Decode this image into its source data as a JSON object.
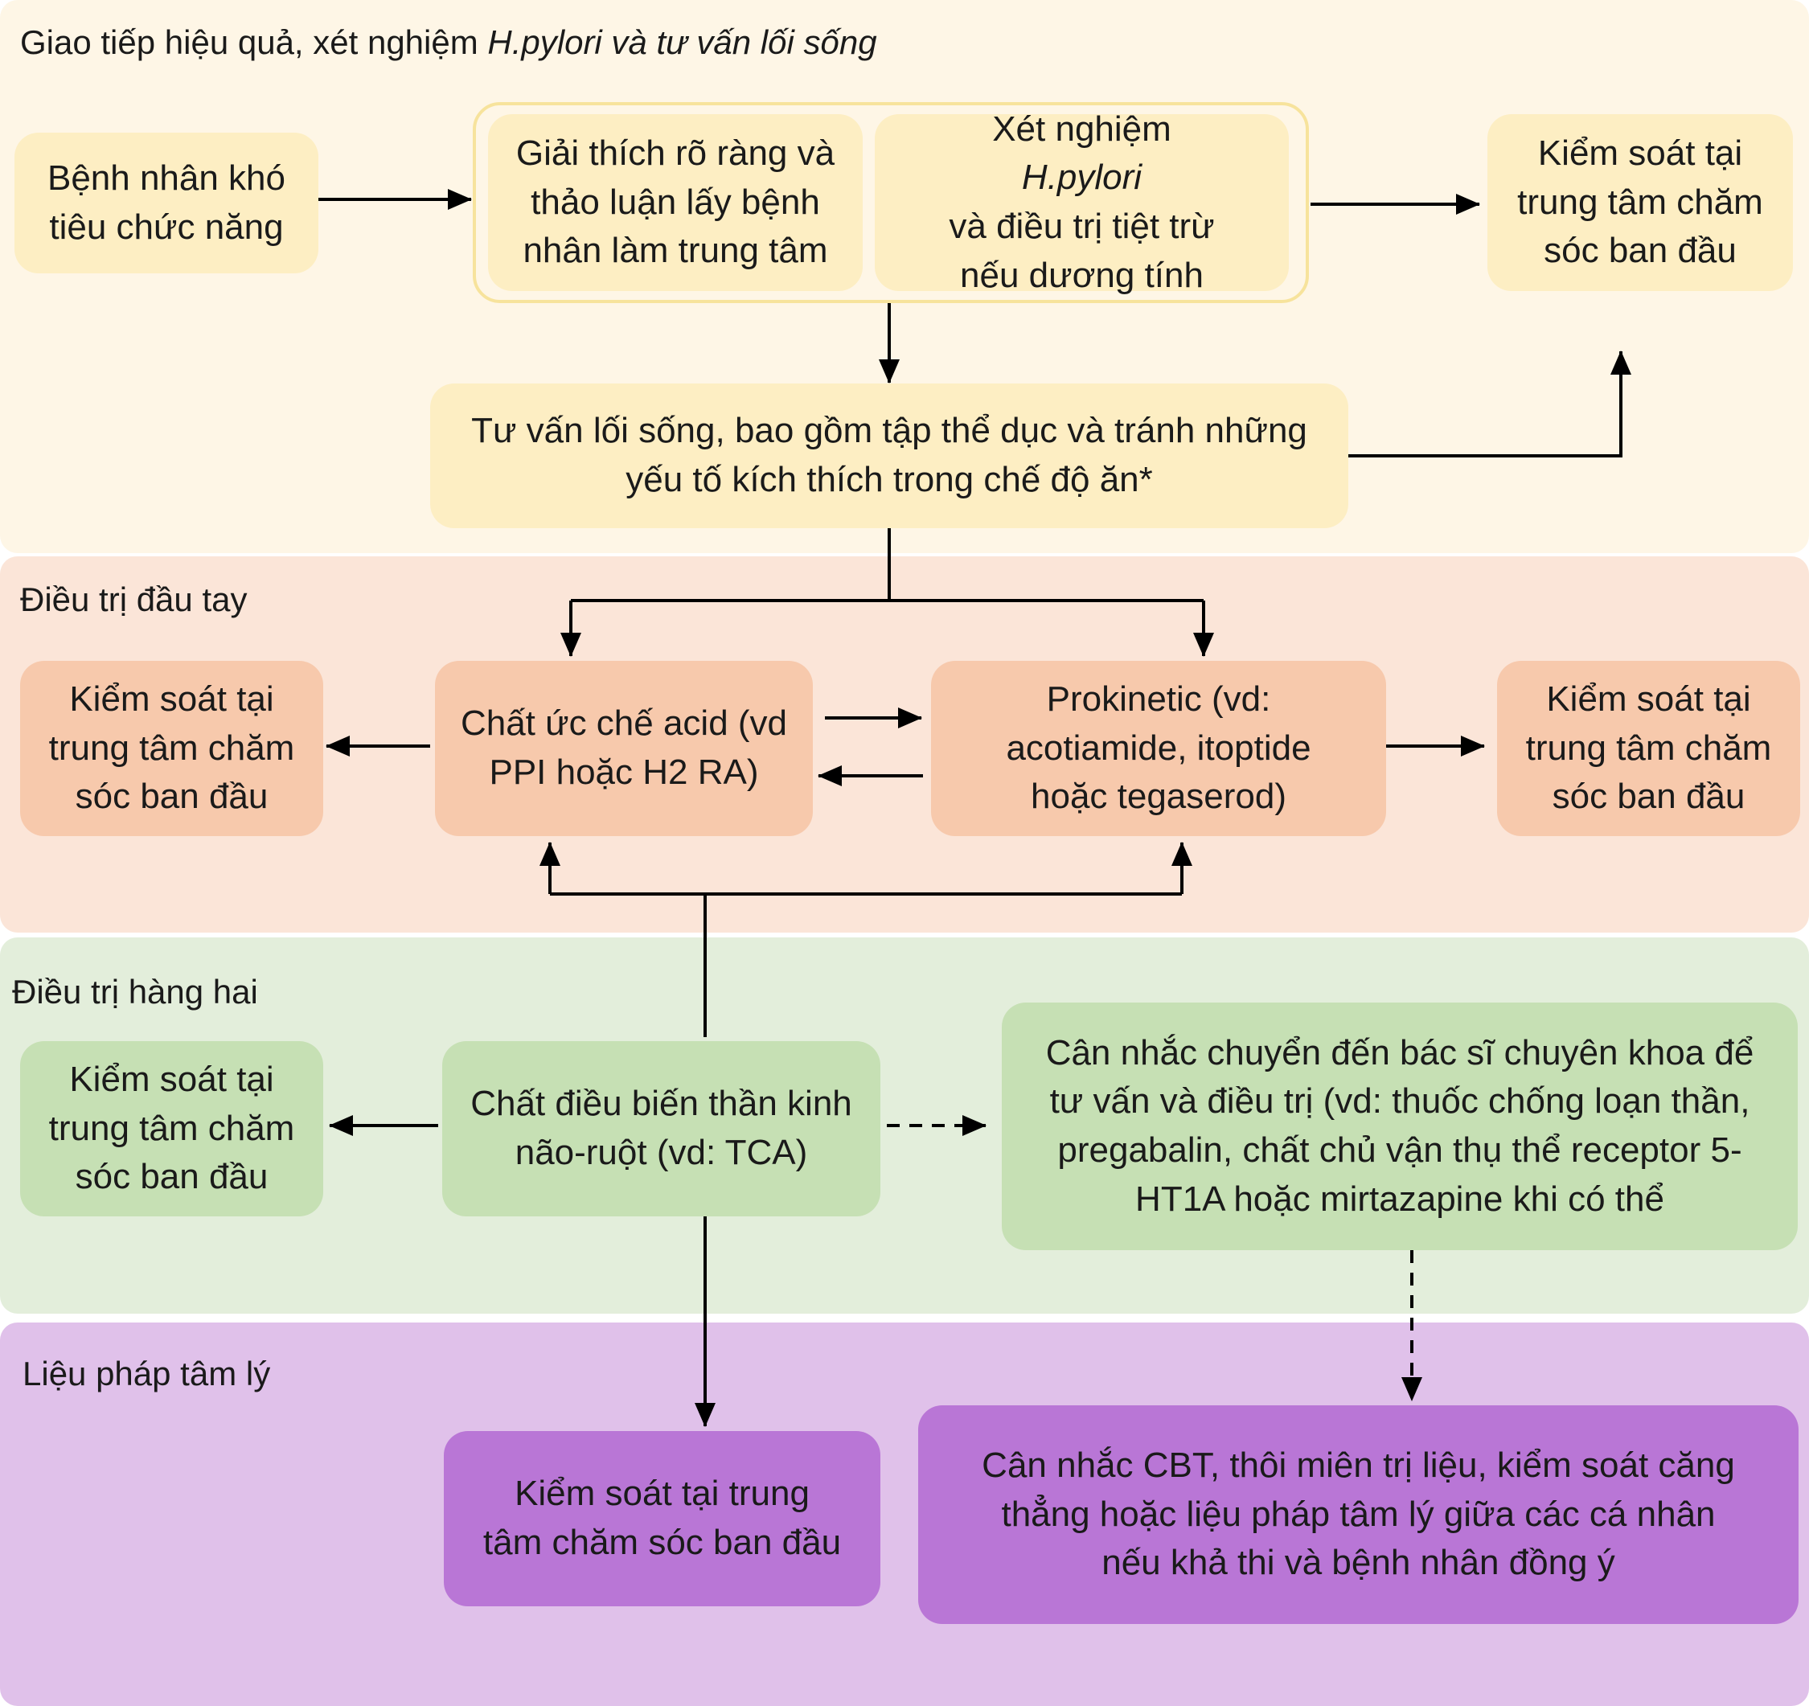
{
  "bands": {
    "lifestyle": {
      "title_prefix": "Giao tiếp hiệu quả, xét nghiệm ",
      "title_italic": "H.pylori và tư vấn lối sống",
      "color": "#fef6e6"
    },
    "first_line": {
      "title": "Điều trị đầu tay",
      "color": "#fbe5d8"
    },
    "second_line": {
      "title": "Điều trị hàng hai",
      "color": "#e3eedb"
    },
    "psychotherapy": {
      "title": "Liệu pháp tâm lý",
      "color": "#e0c1ea"
    }
  },
  "boxes": {
    "patient": {
      "lines": [
        "Bệnh nhân khó",
        "tiêu chức năng"
      ]
    },
    "explain": {
      "lines": [
        "Giải thích rõ ràng và",
        "thảo luận lấy bệnh",
        "nhân làm trung tâm"
      ]
    },
    "hpylori": {
      "line1_prefix": "Xét nghiệm ",
      "line1_italic": "H.pylori",
      "line2": "và điều trị tiệt trừ",
      "line3": "nếu dương tính"
    },
    "primary_care_top": {
      "lines": [
        "Kiểm soát tại",
        "trung tâm chăm",
        "sóc ban đầu"
      ]
    },
    "lifestyle_advice": {
      "lines": [
        "Tư vấn lối sống, bao gồm tập thể dục và tránh những",
        "yếu tố kích thích trong chế độ ăn*"
      ]
    },
    "primary_care_first_left": {
      "lines": [
        "Kiểm soát tại",
        "trung tâm chăm",
        "sóc ban đầu"
      ]
    },
    "acid_suppression": {
      "lines": [
        "Chất ức chế acid (vd",
        "PPI hoặc H2 RA)"
      ]
    },
    "prokinetic": {
      "lines": [
        "Prokinetic (vd:",
        "acotiamide, itoptide",
        "hoặc tegaserod)"
      ]
    },
    "primary_care_first_right": {
      "lines": [
        "Kiểm soát tại",
        "trung tâm chăm",
        "sóc ban đầu"
      ]
    },
    "primary_care_second_left": {
      "lines": [
        "Kiểm soát tại",
        "trung tâm chăm",
        "sóc ban đầu"
      ]
    },
    "neuromodulator": {
      "lines": [
        "Chất điều biến thần kinh",
        "não-ruột (vd: TCA)"
      ]
    },
    "specialist": {
      "lines": [
        "Cân nhắc chuyển đến bác sĩ chuyên khoa để",
        "tư vấn và điều trị (vd: thuốc chống loạn thần,",
        "pregabalin, chất chủ vận thụ thể receptor 5-",
        "HT1A hoặc mirtazapine khi có thể"
      ]
    },
    "primary_care_psych": {
      "lines": [
        "Kiểm soát tại trung",
        "tâm chăm sóc ban đầu"
      ]
    },
    "cbt": {
      "lines": [
        "Cân nhắc CBT, thôi miên trị liệu, kiểm soát căng",
        "thẳng hoặc liệu pháp tâm lý giữa các cá nhân",
        "nếu khả thi và bệnh nhân đồng ý"
      ]
    }
  }
}
